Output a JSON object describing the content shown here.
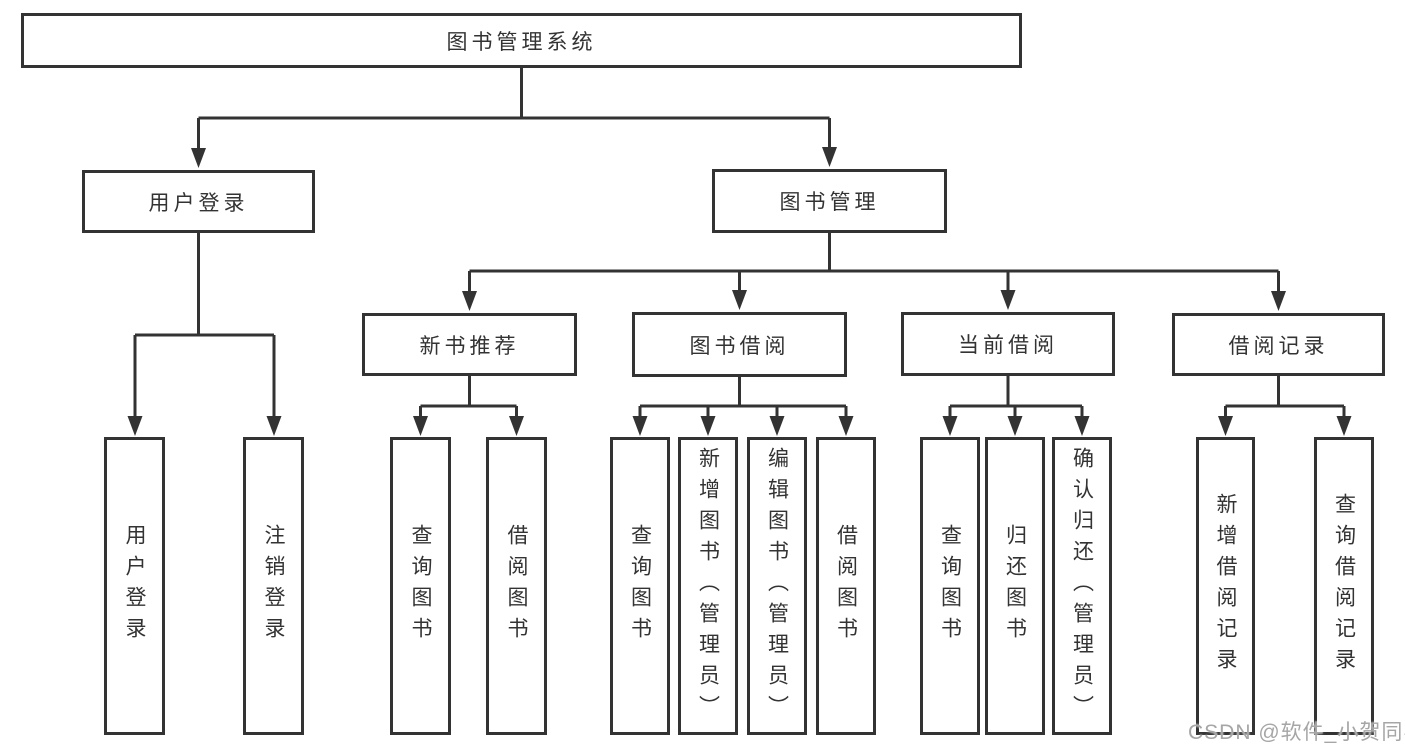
{
  "diagram": {
    "title": "图书管理系统",
    "branches": [
      {
        "label": "用户登录",
        "children": [
          {
            "label": "用户登录"
          },
          {
            "label": "注销登录"
          }
        ]
      },
      {
        "label": "图书管理",
        "children": [
          {
            "label": "新书推荐",
            "children": [
              {
                "label": "查询图书"
              },
              {
                "label": "借阅图书"
              }
            ]
          },
          {
            "label": "图书借阅",
            "children": [
              {
                "label": "查询图书"
              },
              {
                "label": "新增图书（管理员）"
              },
              {
                "label": "编辑图书（管理员）"
              },
              {
                "label": "借阅图书"
              }
            ]
          },
          {
            "label": "当前借阅",
            "children": [
              {
                "label": "查询图书"
              },
              {
                "label": "归还图书"
              },
              {
                "label": "确认归还（管理员）"
              }
            ]
          },
          {
            "label": "借阅记录",
            "children": [
              {
                "label": "新增借阅记录"
              },
              {
                "label": "查询借阅记录"
              }
            ]
          }
        ]
      }
    ]
  },
  "watermark": {
    "text": "CSDN @软件_小贺同学",
    "color": "#a6a6a6"
  },
  "colors": {
    "line": "#333333",
    "border": "#333333",
    "text": "#333333",
    "background": "#ffffff"
  }
}
